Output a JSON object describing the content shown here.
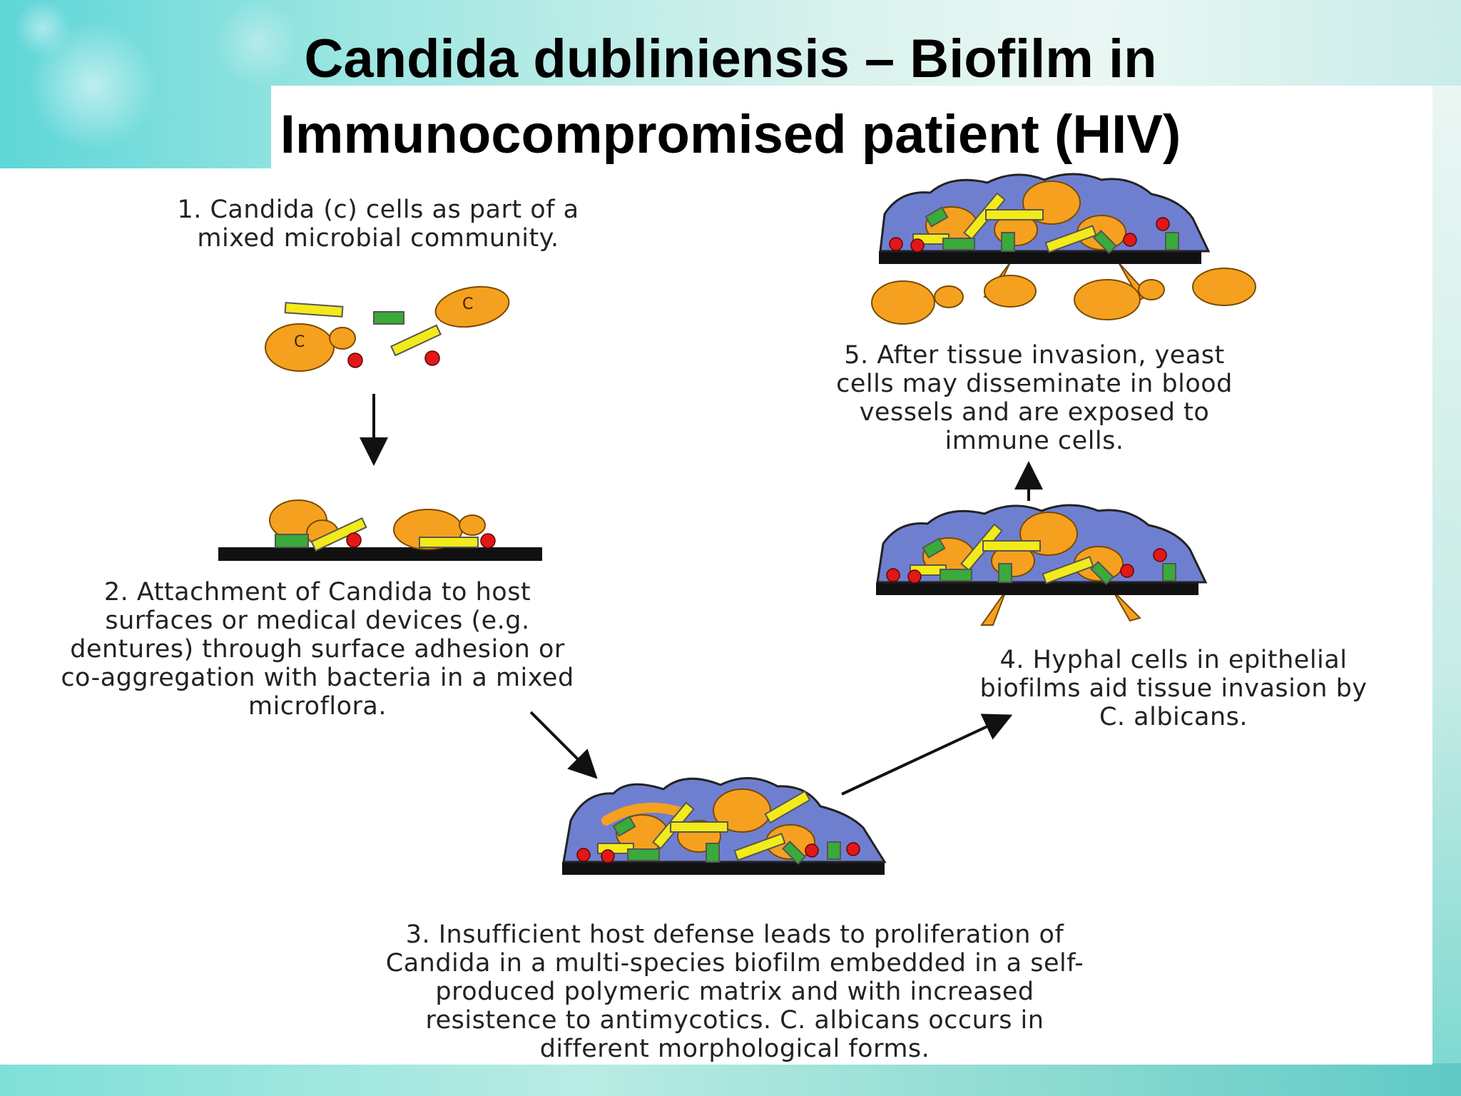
{
  "slide": {
    "title_line1": "Candida dubliniensis – Biofilm in",
    "title_line2": "Immunocompromised patient (HIV)"
  },
  "diagram": {
    "step1": {
      "lines": [
        "1. Candida (c) cells  as part of a",
        "mixed microbial community."
      ],
      "cell_label": "C"
    },
    "step2": {
      "lines": [
        "2. Attachment of  Candida to host",
        "surfaces or medical devices (e.g.",
        "dentures) through surface adhesion or",
        "co-aggregation with bacteria in a mixed",
        "microflora."
      ]
    },
    "step3": {
      "lines": [
        "3. Insufficient host defense leads to proliferation of",
        "Candida  in a multi-species biofilm embedded in a self-",
        "produced polymeric matrix and with increased",
        "resistence to antimycotics. C. albicans occurs in",
        "different morphological forms."
      ]
    },
    "step4": {
      "lines": [
        "4. Hyphal cells in epithelial",
        "biofilms aid tissue invasion by",
        "C. albicans."
      ]
    },
    "step5": {
      "lines": [
        "5. After tissue invasion, yeast",
        "cells may disseminate in blood",
        "vessels and are exposed to",
        "immune cells."
      ]
    },
    "colors": {
      "yeast": "#f5a11f",
      "yeast_outline": "#7a4a00",
      "rod_yellow": "#f2ea1a",
      "rod_green": "#3aaa3a",
      "coccus_red": "#e01818",
      "matrix_blue": "#6f7fd0",
      "surface_black": "#111111"
    }
  }
}
